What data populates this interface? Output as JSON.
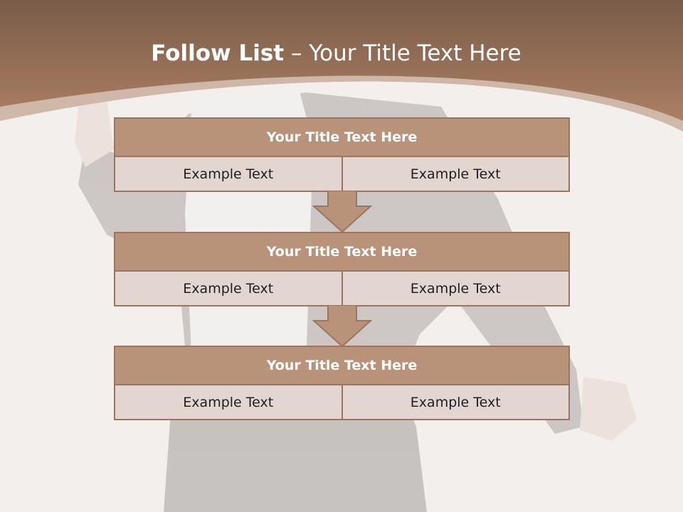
{
  "slide": {
    "title_bold": "Follow List",
    "title_rest": "– Your Title Text Here"
  },
  "blocks": [
    {
      "title": "Your Title Text Here",
      "left": "Example Text",
      "right": "Example Text"
    },
    {
      "title": "Your Title Text Here",
      "left": "Example Text",
      "right": "Example Text"
    },
    {
      "title": "Your Title Text Here",
      "left": "Example Text",
      "right": "Example Text"
    }
  ],
  "colors": {
    "header_top": "#7a5c48",
    "header_bottom": "#b08266",
    "block_title": "#b9927a",
    "block_cell": "#e3d6d1",
    "border": "#9a7660",
    "background": "#f2efed"
  },
  "decorations": {
    "background_image": "faded-person-photo-icon",
    "connector": "down-arrow-icon"
  }
}
